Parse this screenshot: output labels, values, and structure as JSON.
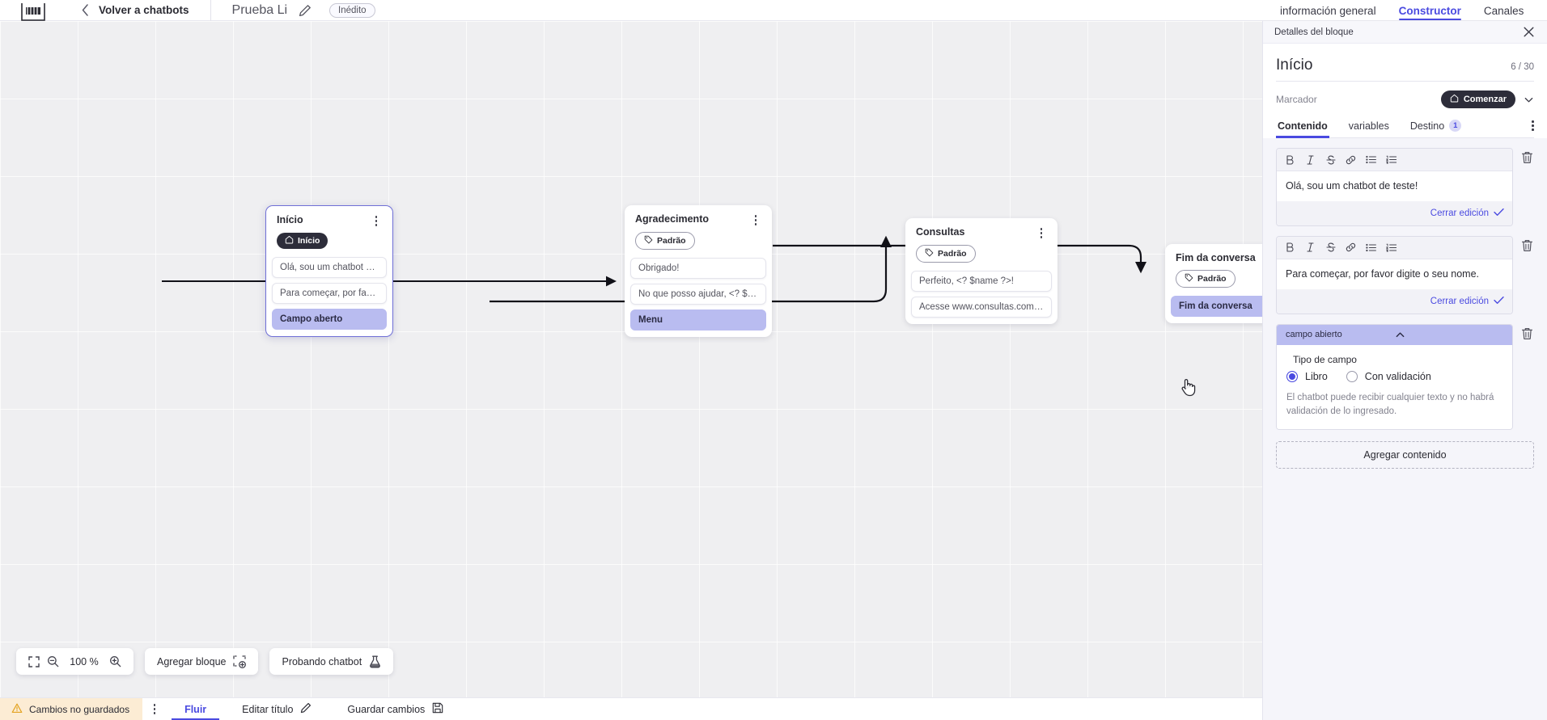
{
  "topbar": {
    "logo_icon": "brand-logo-icon",
    "back_icon": "chevron-left-icon",
    "back_label": "Volver a chatbots",
    "bot_title": "Prueba Li",
    "edit_icon": "pencil-icon",
    "status_badge": "Inédito"
  },
  "right_tabs": [
    {
      "label": "información general",
      "active": false
    },
    {
      "label": "Constructor",
      "active": true
    },
    {
      "label": "Canales",
      "active": false
    }
  ],
  "canvas": {
    "nodes": [
      {
        "id": "inicio",
        "title": "Início",
        "chip": {
          "label": "Início",
          "type": "start",
          "icon": "home-icon"
        },
        "selected": true,
        "items": [
          {
            "text": "Olá, sou um chatbot de teste!",
            "highlight": false
          },
          {
            "text": "Para começar, por favor digite o ...",
            "highlight": false
          },
          {
            "text": "Campo aberto",
            "highlight": true
          }
        ]
      },
      {
        "id": "agradecimento",
        "title": "Agradecimento",
        "chip": {
          "label": "Padrão",
          "type": "default",
          "icon": "tag-icon"
        },
        "selected": false,
        "items": [
          {
            "text": "Obrigado!",
            "highlight": false
          },
          {
            "text": "No que posso ajudar, <? $name ...",
            "highlight": false
          },
          {
            "text": "Menu",
            "highlight": true
          }
        ]
      },
      {
        "id": "consultas",
        "title": "Consultas",
        "chip": {
          "label": "Padrão",
          "type": "default",
          "icon": "tag-icon"
        },
        "selected": false,
        "items": [
          {
            "text": "Perfeito, <? $name ?>!",
            "highlight": false
          },
          {
            "text": "Acesse www.consultas.com par...",
            "highlight": false
          }
        ]
      },
      {
        "id": "fim",
        "title": "Fim da conversa",
        "chip": {
          "label": "Padrão",
          "type": "default",
          "icon": "tag-icon"
        },
        "selected": false,
        "items": [
          {
            "text": "Fim da conversa",
            "highlight": true
          }
        ]
      }
    ],
    "tools": {
      "fit_icon": "fit-screen-icon",
      "zoom_out_icon": "zoom-out-icon",
      "zoom_level": "100 %",
      "zoom_in_icon": "zoom-in-icon",
      "add_block_label": "Agregar bloque",
      "add_block_icon": "add-block-icon",
      "test_bot_label": "Probando chatbot",
      "test_bot_icon": "flask-icon"
    }
  },
  "bottombar": {
    "unsaved_icon": "warning-icon",
    "unsaved_label": "Cambios no guardados",
    "kebab_icon": "kebab-menu-icon",
    "flow_label": "Fluir",
    "edit_title_label": "Editar título",
    "edit_title_icon": "pencil-icon",
    "save_label": "Guardar cambios",
    "save_icon": "save-icon"
  },
  "panel": {
    "header_title": "Detalles del bloque",
    "close_icon": "close-icon",
    "block_title": "Início",
    "block_count": "6 / 30",
    "marker_label": "Marcador",
    "marker_value": "Comenzar",
    "marker_icon": "home-icon",
    "marker_caret_icon": "chevron-down-icon",
    "tabs": [
      {
        "label": "Contenido",
        "active": true,
        "badge": ""
      },
      {
        "label": "variables",
        "active": false,
        "badge": ""
      },
      {
        "label": "Destino",
        "active": false,
        "badge": "1"
      }
    ],
    "kebab_icon": "kebab-menu-icon",
    "toolbar_icons": [
      "bold-icon",
      "italic-icon",
      "strikethrough-icon",
      "link-icon",
      "bullet-list-icon",
      "numbered-list-icon"
    ],
    "toolbar_glyphs": [
      "B",
      "I",
      "S",
      "⚗",
      "≡",
      "≡"
    ],
    "editors": [
      {
        "text": "Olá, sou um chatbot de teste!",
        "close_label": "Cerrar edición",
        "check_icon": "check-icon",
        "delete_icon": "trash-icon"
      },
      {
        "text": "Para começar, por favor digite o seu nome.",
        "close_label": "Cerrar edición",
        "check_icon": "check-icon",
        "delete_icon": "trash-icon"
      }
    ],
    "field_card": {
      "header": "campo abierto",
      "collapse_icon": "chevron-up-icon",
      "delete_icon": "trash-icon",
      "field_type_label": "Tipo de campo",
      "options": [
        {
          "label": "Libro",
          "selected": true
        },
        {
          "label": "Con validación",
          "selected": false
        }
      ],
      "help_text": "El chatbot puede recibir cualquier texto y no habrá validación de lo ingresado."
    },
    "add_content_label": "Agregar contenido"
  },
  "colors": {
    "accent": "#4a4ae0",
    "highlight": "#b9bcf0",
    "dark_chip": "#2d2d3a",
    "warn_bg": "#fcecd4",
    "canvas_bg": "#efeff1"
  }
}
